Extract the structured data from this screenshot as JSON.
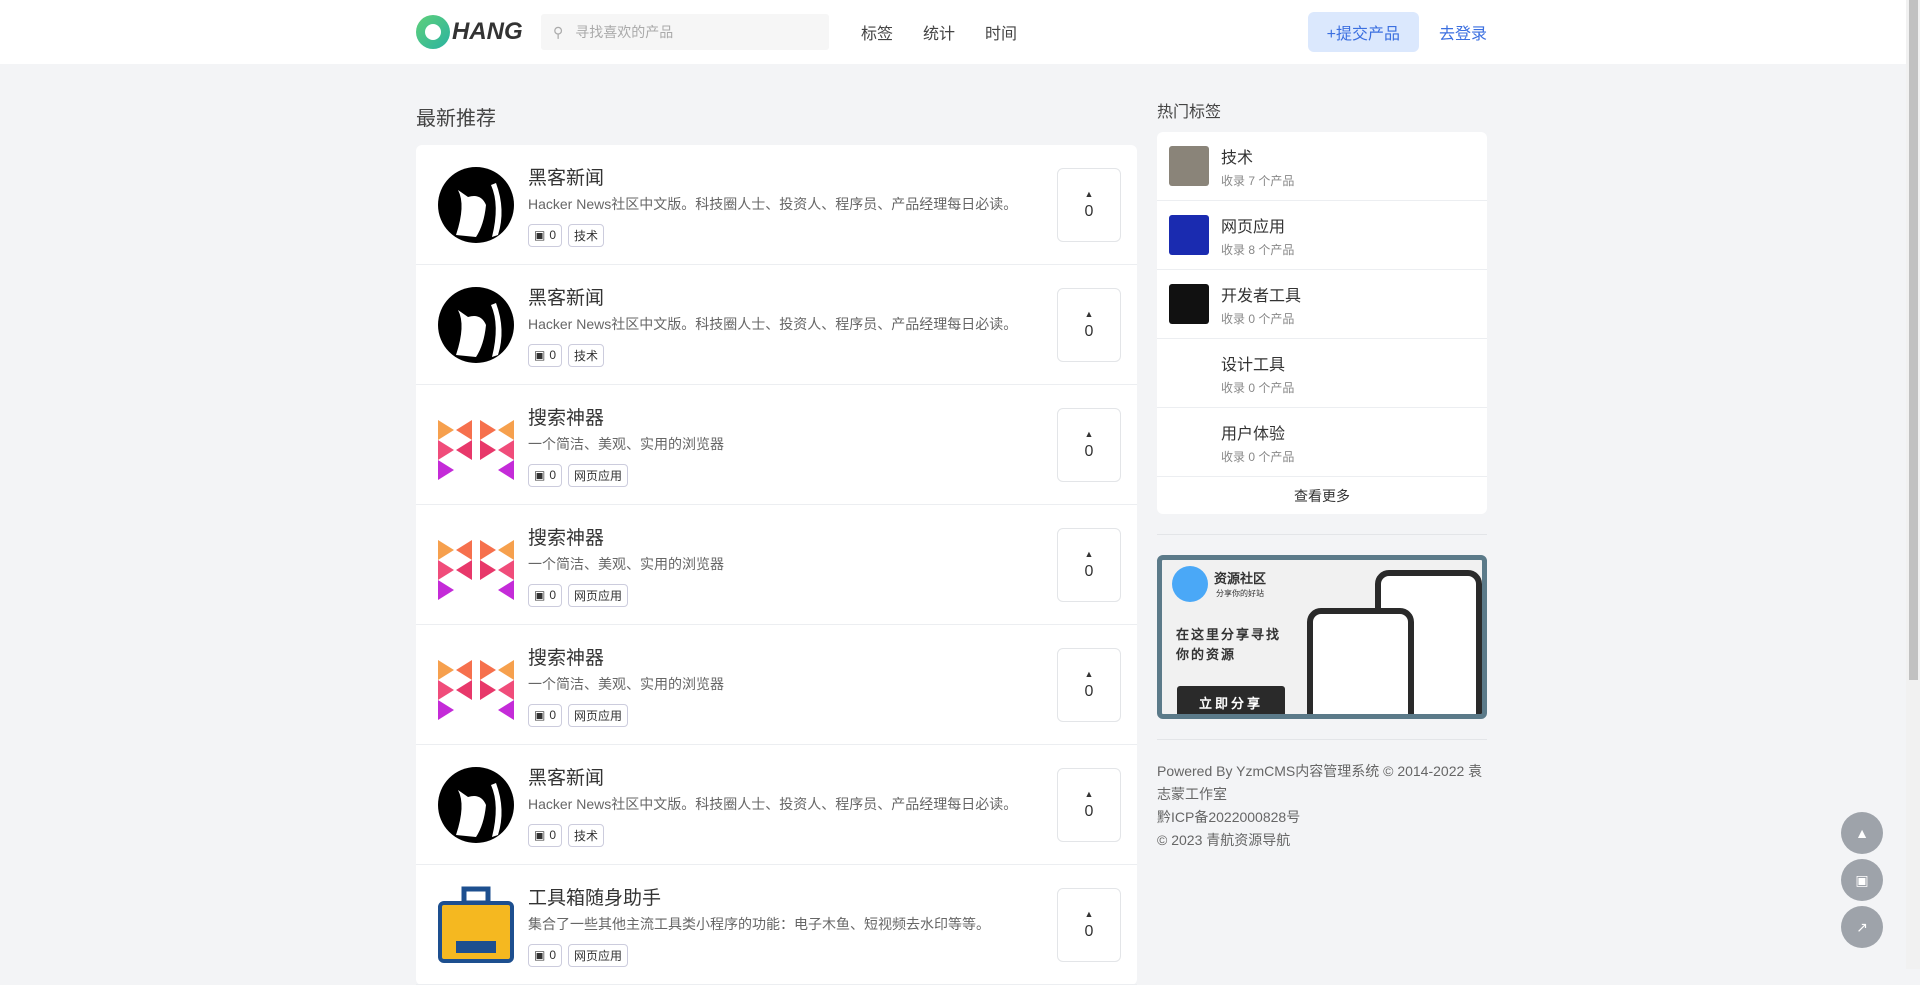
{
  "header": {
    "logo": "HANG",
    "search_placeholder": "寻找喜欢的产品",
    "nav": [
      "标签",
      "统计",
      "时间"
    ],
    "submit": "+提交产品",
    "login": "去登录"
  },
  "main": {
    "title": "最新推荐",
    "items": [
      {
        "title": "黑客新闻",
        "desc": "Hacker News社区中文版。科技圈人士、投资人、程序员、产品经理每日必读。",
        "comments": "0",
        "tag": "技术",
        "votes": "0",
        "icon": "cat"
      },
      {
        "title": "黑客新闻",
        "desc": "Hacker News社区中文版。科技圈人士、投资人、程序员、产品经理每日必读。",
        "comments": "0",
        "tag": "技术",
        "votes": "0",
        "icon": "cat"
      },
      {
        "title": "搜索神器",
        "desc": "一个简洁、美观、实用的浏览器",
        "comments": "0",
        "tag": "网页应用",
        "votes": "0",
        "icon": "m"
      },
      {
        "title": "搜索神器",
        "desc": "一个简洁、美观、实用的浏览器",
        "comments": "0",
        "tag": "网页应用",
        "votes": "0",
        "icon": "m"
      },
      {
        "title": "搜索神器",
        "desc": "一个简洁、美观、实用的浏览器",
        "comments": "0",
        "tag": "网页应用",
        "votes": "0",
        "icon": "m"
      },
      {
        "title": "黑客新闻",
        "desc": "Hacker News社区中文版。科技圈人士、投资人、程序员、产品经理每日必读。",
        "comments": "0",
        "tag": "技术",
        "votes": "0",
        "icon": "cat"
      },
      {
        "title": "工具箱随身助手",
        "desc": "集合了一些其他主流工具类小程序的功能：电子木鱼、短视频去水印等等。",
        "comments": "0",
        "tag": "网页应用",
        "votes": "0",
        "icon": "toolbox"
      }
    ]
  },
  "sidebar": {
    "title": "热门标签",
    "tags": [
      {
        "name": "技术",
        "count": "收录 7 个产品",
        "color": "#8a8479"
      },
      {
        "name": "网页应用",
        "count": "收录 8 个产品",
        "color": "#1a2bb0"
      },
      {
        "name": "开发者工具",
        "count": "收录 0 个产品",
        "color": "#111"
      },
      {
        "name": "设计工具",
        "count": "收录 0 个产品",
        "color": "#fff"
      },
      {
        "name": "用户体验",
        "count": "收录 0 个产品",
        "color": "#fff"
      }
    ],
    "more": "查看更多",
    "banner": {
      "brand": "资源社区",
      "slogan": "分享你的好站",
      "headline1": "在这里分享寻找",
      "headline2": "你的资源",
      "button": "立即分享"
    },
    "footer": [
      "Powered By YzmCMS内容管理系统 © 2014-2022 袁志蒙工作室",
      "黔ICP备2022000828号",
      "© 2023 青航资源导航"
    ]
  }
}
